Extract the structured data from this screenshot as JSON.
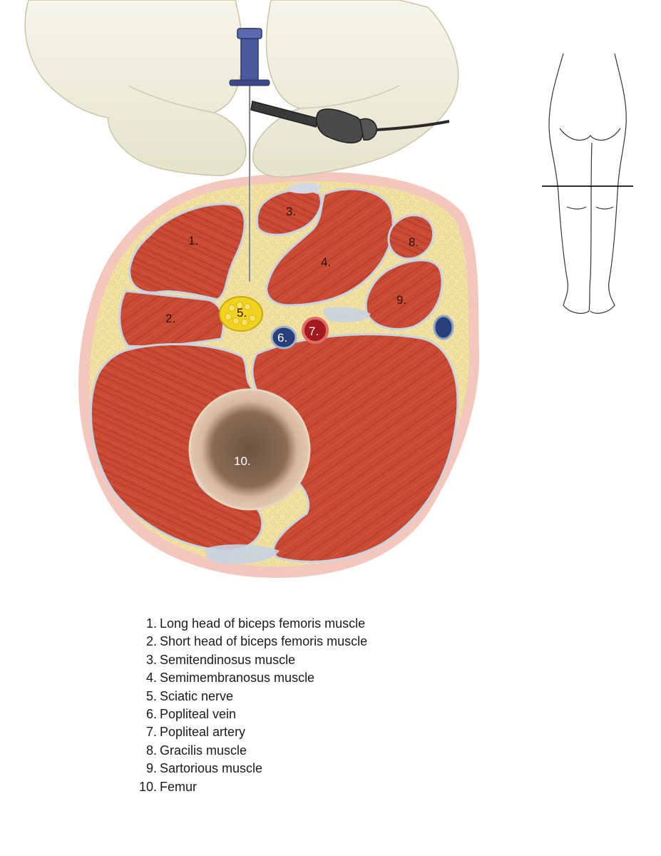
{
  "callouts": {
    "c1": "1.",
    "c2": "2.",
    "c3": "3.",
    "c4": "4.",
    "c5": "5.",
    "c6": "6.",
    "c7": "7.",
    "c8": "8.",
    "c9": "9.",
    "c10": "10."
  },
  "legend": [
    {
      "number": "1.",
      "label": "Long head of biceps femoris muscle"
    },
    {
      "number": "2.",
      "label": "Short head of biceps femoris muscle"
    },
    {
      "number": "3.",
      "label": "Semitendinosus muscle"
    },
    {
      "number": "4.",
      "label": "Semimembranosus muscle"
    },
    {
      "number": "5.",
      "label": "Sciatic nerve"
    },
    {
      "number": "6.",
      "label": "Popliteal vein"
    },
    {
      "number": "7.",
      "label": "Popliteal artery"
    },
    {
      "number": "8.",
      "label": "Gracilis muscle"
    },
    {
      "number": "9.",
      "label": "Sartorious muscle"
    },
    {
      "number": "10.",
      "label": "Femur"
    }
  ],
  "colors": {
    "skin": "#f4c7bd",
    "fat": "#f1e2a4",
    "muscle": "#c94a32",
    "fascia": "#c8d2e2",
    "nerve": "#f2d21c",
    "vein": "#27407a",
    "artery": "#a3191c",
    "bone": "#d8b89e",
    "glove": "#eeecd9",
    "needle_hub": "#4a5a9c"
  }
}
